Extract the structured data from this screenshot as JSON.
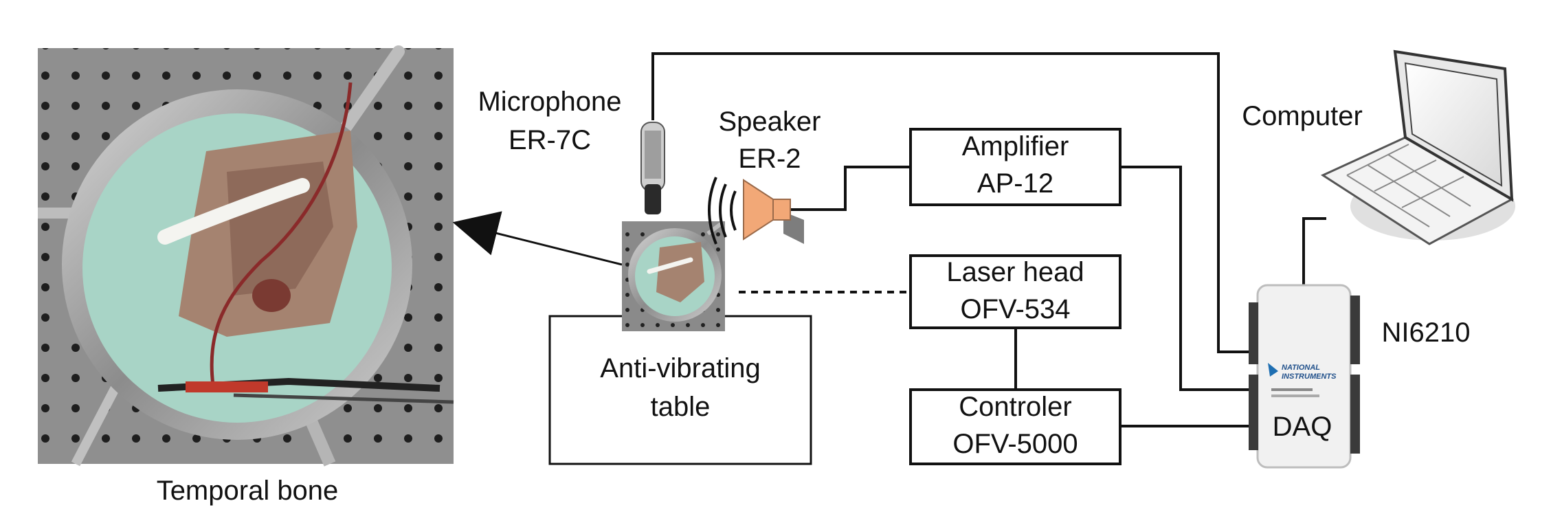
{
  "photo_caption": "Temporal bone",
  "microphone": {
    "line1": "Microphone",
    "line2": "ER-7C"
  },
  "speaker": {
    "line1": "Speaker",
    "line2": "ER-2"
  },
  "table": {
    "line1": "Anti-vibrating",
    "line2": "table"
  },
  "amplifier": {
    "line1": "Amplifier",
    "line2": "AP-12"
  },
  "laser_head": {
    "line1": "Laser head",
    "line2": "OFV-534"
  },
  "controller": {
    "line1": "Controler",
    "line2": "OFV-5000"
  },
  "computer": {
    "label": "Computer"
  },
  "daq": {
    "model": "NI6210",
    "label": "DAQ",
    "brand_line1": "NATIONAL",
    "brand_line2": "INSTRUMENTS"
  },
  "colors": {
    "line": "#111111",
    "speaker": "#f2a877",
    "photo_steel": "#9a9a9a",
    "putty": "#a8d4c6",
    "tissue": "#a58370"
  }
}
